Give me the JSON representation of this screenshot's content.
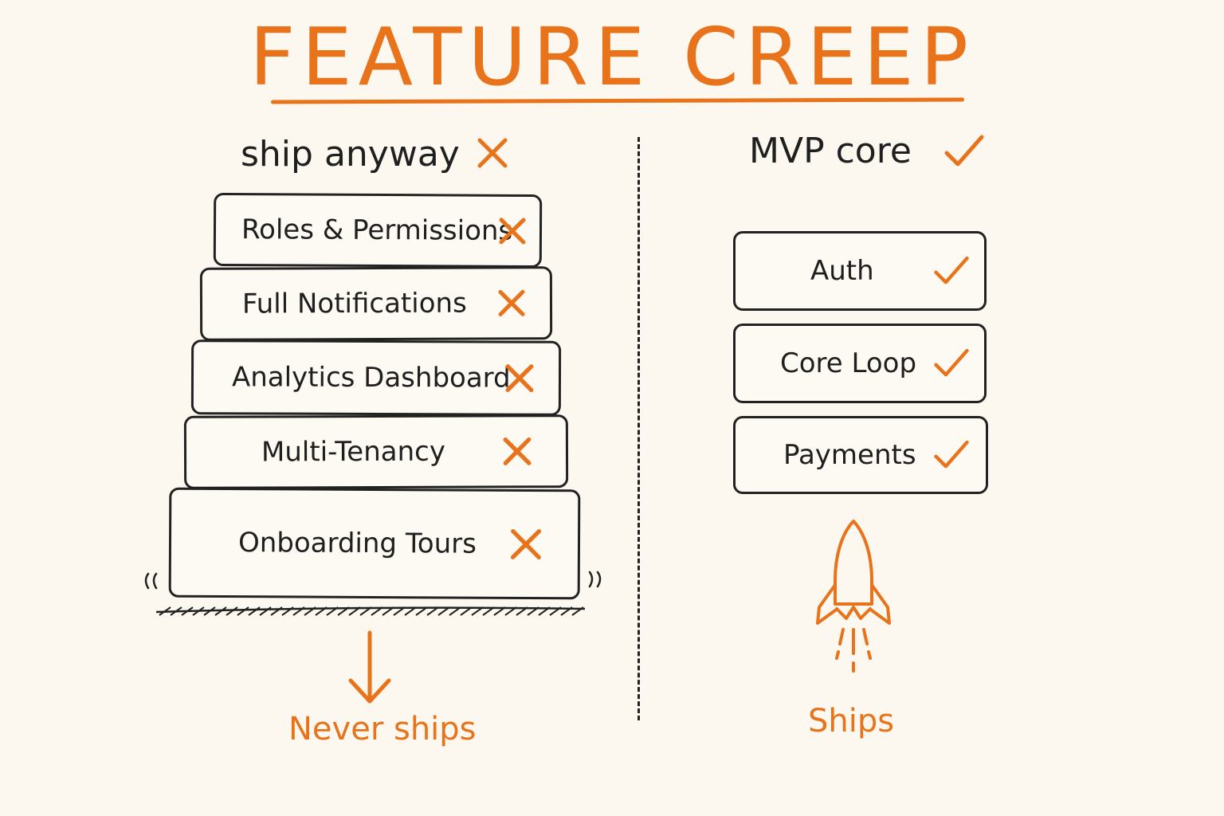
{
  "title": "FEATURE CREEP",
  "left": {
    "heading": "ship anyway",
    "items": [
      {
        "label": "Roles & Permissions"
      },
      {
        "label": "Full Notifications"
      },
      {
        "label": "Analytics Dashboard"
      },
      {
        "label": "Multi-Tenancy"
      },
      {
        "label": "Onboarding Tours"
      }
    ],
    "outcome": "Never ships"
  },
  "right": {
    "heading": "MVP core",
    "items": [
      {
        "label": "Auth"
      },
      {
        "label": "Core Loop"
      },
      {
        "label": "Payments"
      }
    ],
    "outcome": "Ships"
  },
  "colors": {
    "accent": "#e8731a",
    "ink": "#1f1f1f",
    "background": "#fcf8f0"
  },
  "icons": [
    "cross-icon",
    "check-icon",
    "rocket-icon",
    "down-arrow-icon",
    "wobble-lines-icon"
  ]
}
